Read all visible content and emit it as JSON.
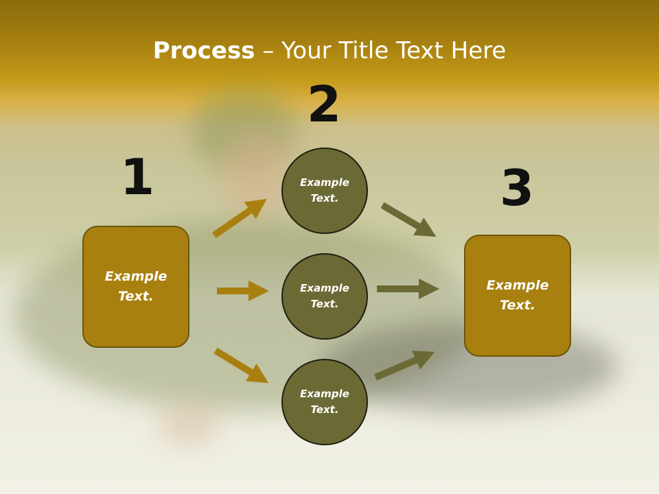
{
  "title": {
    "bold": "Process",
    "rest": " – Your Title Text Here"
  },
  "numbers": {
    "one": "1",
    "two": "2",
    "three": "3"
  },
  "nodes": {
    "left": "Example Text.",
    "top": "Example Text.",
    "middle": "Example Text.",
    "bottom": "Example Text.",
    "right": "Example Text."
  },
  "colors": {
    "header": "#a57f10",
    "box_fill": "#a8800f",
    "circle_fill": "#6b6a35",
    "arrow_gold": "#a8800f",
    "arrow_olive": "#6b6a35"
  }
}
